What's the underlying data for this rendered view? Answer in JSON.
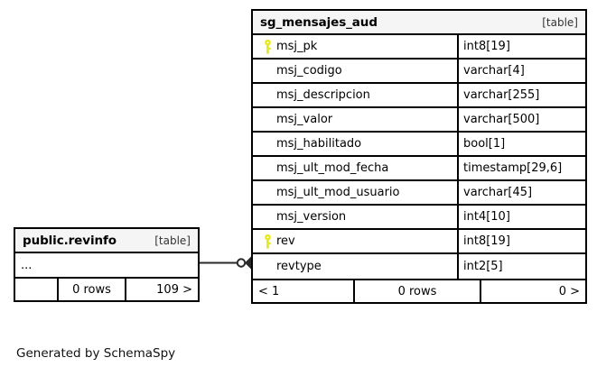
{
  "diagram": {
    "caption": "Generated by SchemaSpy",
    "key_icon": "key-icon",
    "relationship": {
      "from": "public.revinfo",
      "to": "sg_mensajes_aud",
      "source_cardinality": "zero-or-one",
      "target_cardinality": "many"
    }
  },
  "tables": [
    {
      "id": "sg_mensajes_aud",
      "title": "sg_mensajes_aud",
      "kind": "[table]",
      "columns": [
        {
          "name": "msj_pk",
          "type": "int8[19]",
          "key": true
        },
        {
          "name": "msj_codigo",
          "type": "varchar[4]",
          "key": false
        },
        {
          "name": "msj_descripcion",
          "type": "varchar[255]",
          "key": false
        },
        {
          "name": "msj_valor",
          "type": "varchar[500]",
          "key": false
        },
        {
          "name": "msj_habilitado",
          "type": "bool[1]",
          "key": false
        },
        {
          "name": "msj_ult_mod_fecha",
          "type": "timestamp[29,6]",
          "key": false
        },
        {
          "name": "msj_ult_mod_usuario",
          "type": "varchar[45]",
          "key": false
        },
        {
          "name": "msj_version",
          "type": "int4[10]",
          "key": false
        },
        {
          "name": "rev",
          "type": "int8[19]",
          "key": true
        },
        {
          "name": "revtype",
          "type": "int2[5]",
          "key": false
        }
      ],
      "footer": {
        "left": "< 1",
        "center": "0 rows",
        "right": "0 >"
      }
    },
    {
      "id": "public_revinfo",
      "title": "public.revinfo",
      "kind": "[table]",
      "ellipsis": "...",
      "footer": {
        "left": "",
        "center": "0 rows",
        "right": "109 >"
      }
    }
  ],
  "colors": {
    "key": "#e8e800",
    "border": "#000000",
    "header_background": "#f5f5f5",
    "page_background": "#ffffff",
    "text": "#000000"
  }
}
